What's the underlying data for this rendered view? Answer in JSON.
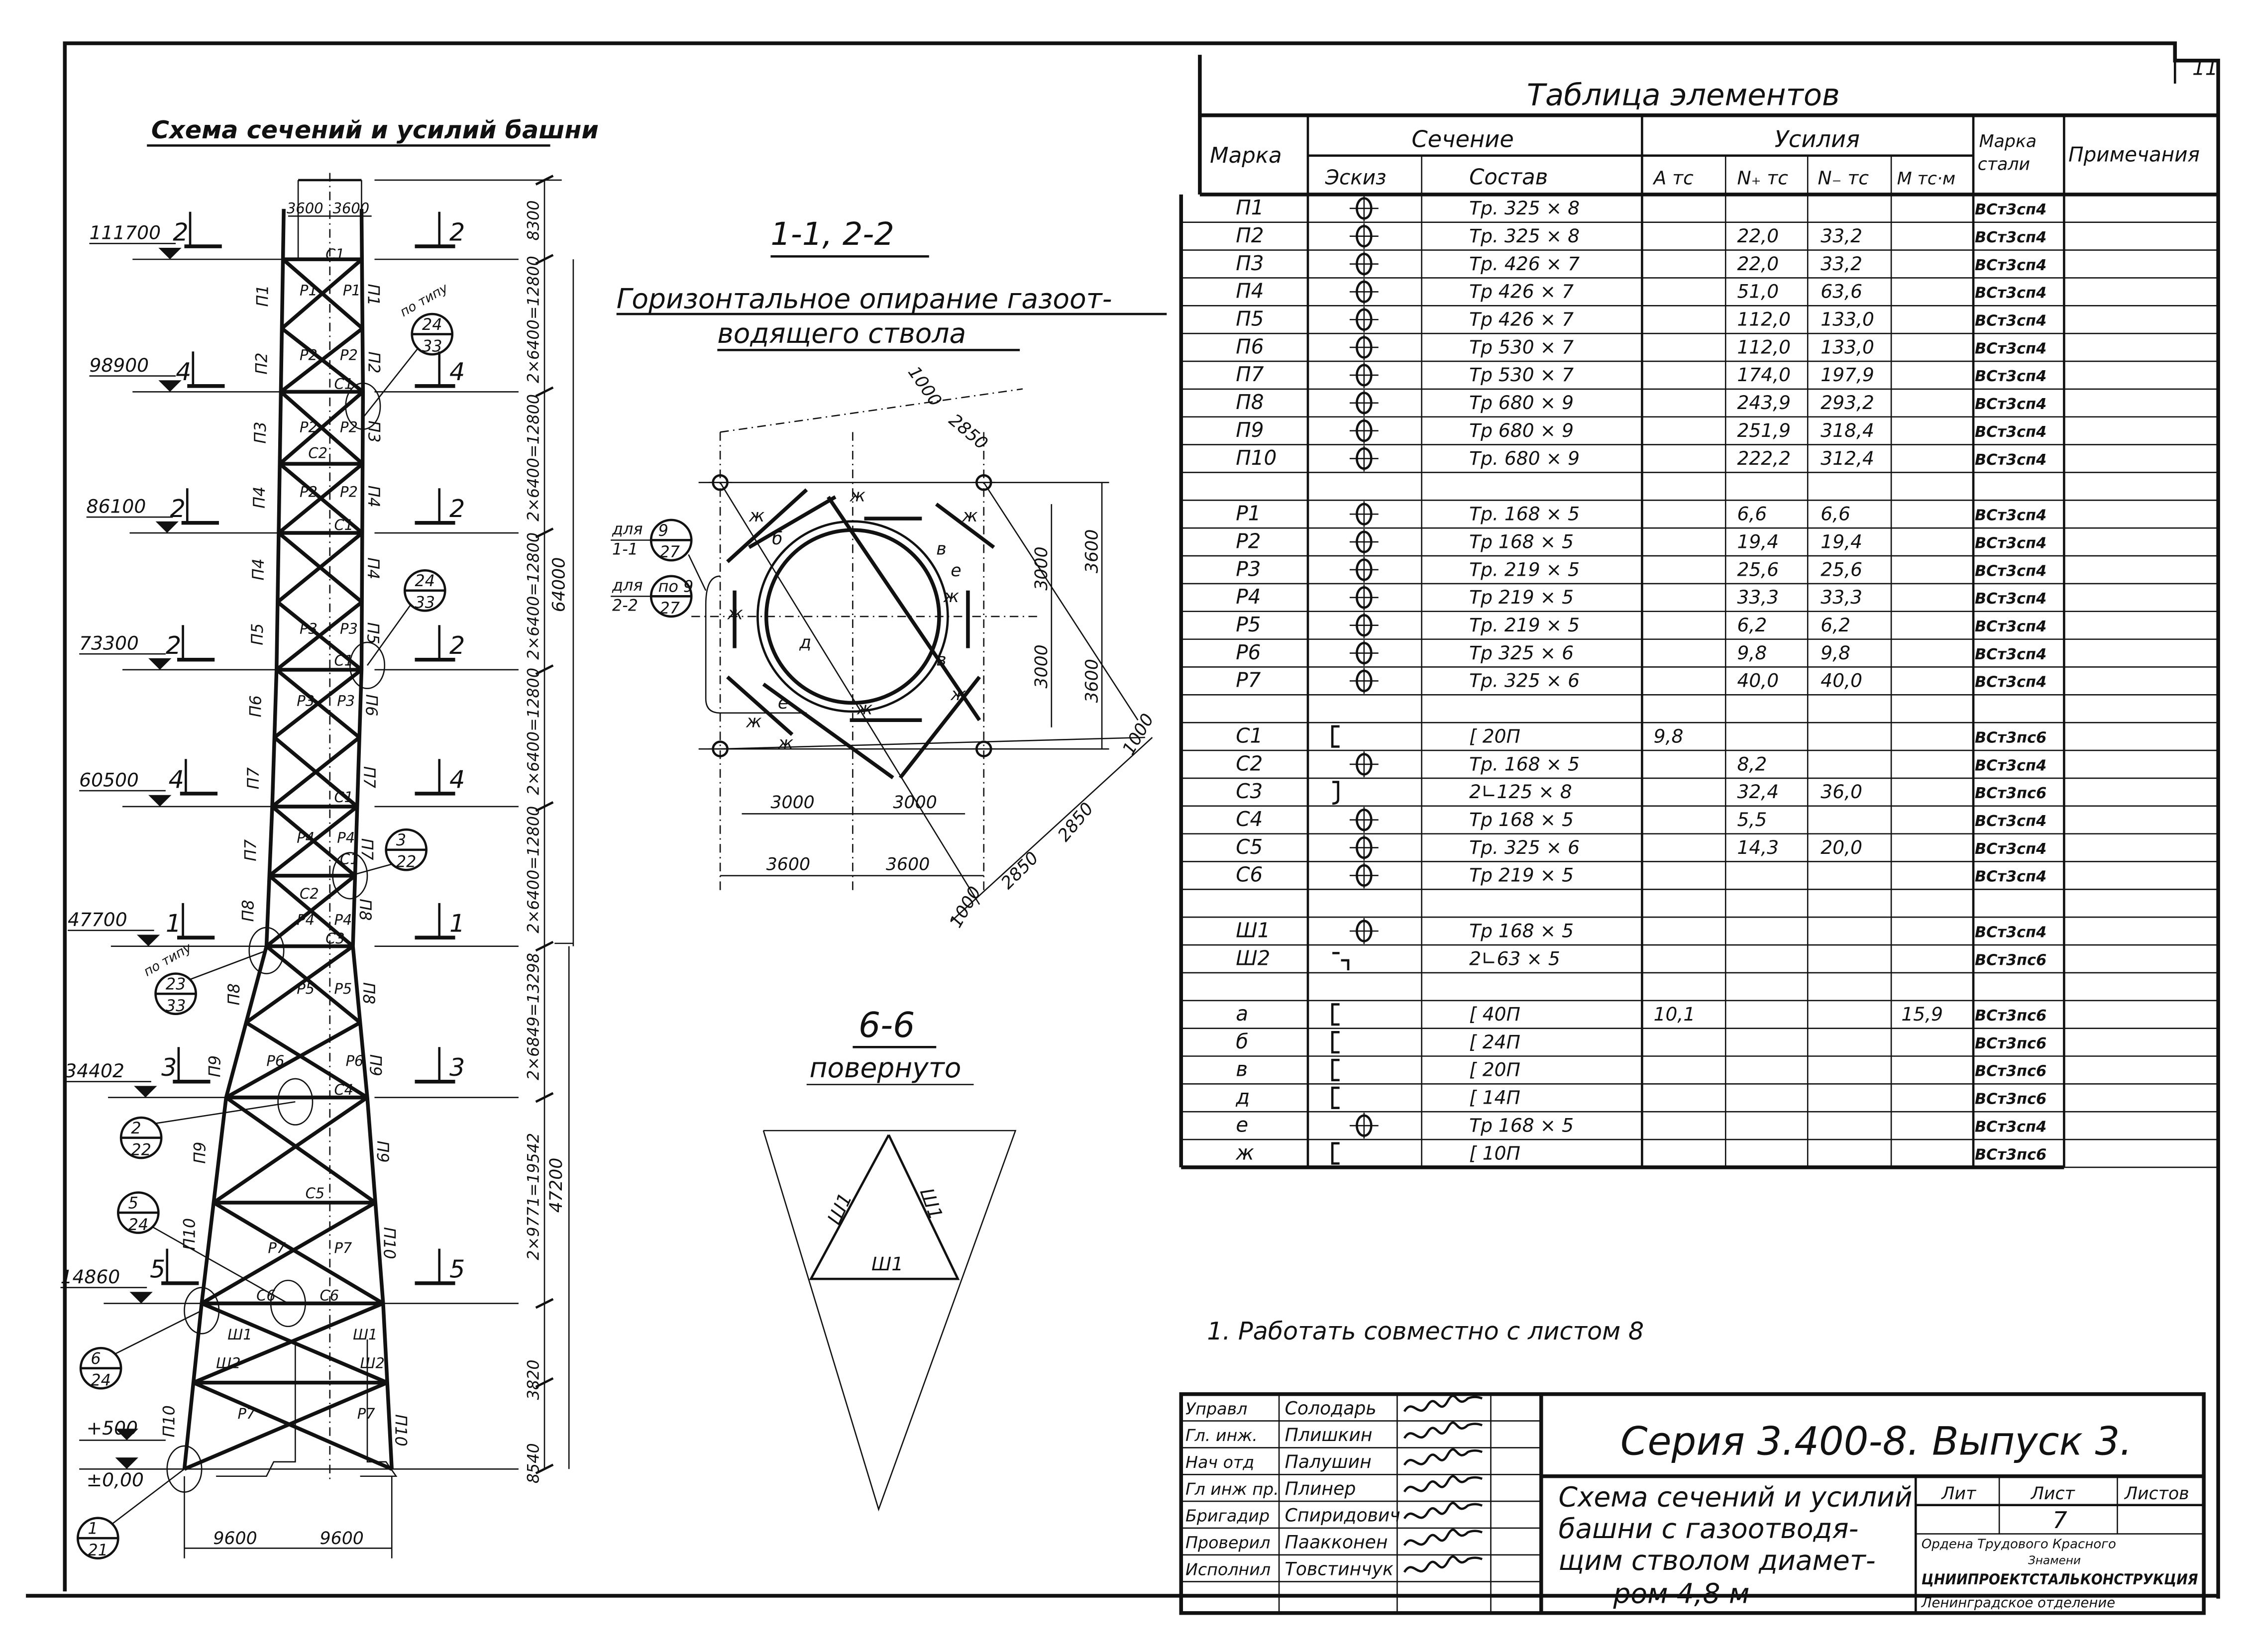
{
  "sheet_corner_number": "11",
  "tower": {
    "title": "Схема сечений и усилий башни",
    "levels": [
      "111700",
      "98900",
      "86100",
      "73300",
      "60500",
      "47700",
      "34402",
      "14860",
      "+500",
      "±0,00"
    ],
    "section_marks_left": [
      "2",
      "4",
      "2",
      "2",
      "4",
      "1",
      "3",
      "5"
    ],
    "section_marks_right": [
      "2",
      "4",
      "2",
      "2",
      "4",
      "1",
      "3",
      "5"
    ],
    "top_dims": [
      "3600",
      "3600"
    ],
    "right_dims": [
      "8300",
      "2×6400=12800",
      "2×6400=12800",
      "2×6400=12800",
      "2×6400=12800",
      "2×6400=12800",
      "2×6849=13298",
      "2×9771=19542",
      "3820",
      "8540"
    ],
    "overall_dims": [
      "64000",
      "47200"
    ],
    "bottom_dims": [
      "9600",
      "9600"
    ],
    "leg_labels_left": [
      "П1",
      "П2",
      "П3",
      "П4",
      "П4",
      "П5",
      "П6",
      "П7",
      "П7",
      "П8",
      "П8",
      "П9",
      "П9",
      "П10",
      "П10"
    ],
    "leg_labels_right": [
      "П1",
      "П2",
      "П3",
      "П4",
      "П4",
      "П5",
      "П6",
      "П7",
      "П7",
      "П8",
      "П8",
      "П9",
      "П9",
      "П10",
      "П10"
    ],
    "inner_labels": [
      "С1",
      "Р1",
      "Р1",
      "С1",
      "Р2",
      "Р2",
      "С2",
      "Р2",
      "Р2",
      "С1",
      "Р2",
      "Р2",
      "С1",
      "Р3",
      "Р3",
      "С1",
      "Р3",
      "Р3",
      "С1",
      "Р4",
      "Р4",
      "С2",
      "Р4",
      "Р4",
      "С3",
      "Р5",
      "Р5",
      "С4",
      "Р6",
      "Р6",
      "С5",
      "Р7",
      "Р7",
      "С6",
      "С6",
      "Ш1",
      "Ш1",
      "Ш2",
      "Ш2",
      "Р7",
      "Р7"
    ],
    "callouts": [
      {
        "prefix": "по типу",
        "top": "24",
        "bottom": "33"
      },
      {
        "prefix": "",
        "top": "24",
        "bottom": "33"
      },
      {
        "prefix": "",
        "top": "3",
        "bottom": "22"
      },
      {
        "prefix": "по типу",
        "top": "23",
        "bottom": "33"
      },
      {
        "prefix": "",
        "top": "2",
        "bottom": "22"
      },
      {
        "prefix": "",
        "top": "5",
        "bottom": "24"
      },
      {
        "prefix": "",
        "top": "6",
        "bottom": "24"
      },
      {
        "prefix": "",
        "top": "1",
        "bottom": "21"
      }
    ]
  },
  "section_1_2": {
    "title": "1-1, 2-2",
    "subtitle_line1": "Горизонтальное опирание газоот-",
    "subtitle_line2": "водящего ствола",
    "callout_1": {
      "label_top": "для",
      "label_bottom": "1-1",
      "top": "9",
      "bottom": "27"
    },
    "callout_2": {
      "label_top": "для",
      "label_bottom": "2-2",
      "top": "по 9",
      "bottom": "27"
    },
    "dims": [
      "3000",
      "3000",
      "3600",
      "3600",
      "3000",
      "3000",
      "3600",
      "3600",
      "1000",
      "2850",
      "2850",
      "2850",
      "1000",
      "1000"
    ],
    "element_labels": [
      "ж",
      "ж",
      "ж",
      "ж",
      "ж",
      "ж",
      "ж",
      "ж",
      "ж",
      "б",
      "в",
      "в",
      "е",
      "е",
      "д"
    ]
  },
  "section_6": {
    "title": "6-6",
    "subtitle": "повернуто",
    "labels": [
      "Ш1",
      "Ш1",
      "Ш1"
    ]
  },
  "table": {
    "title": "Таблица элементов",
    "headers": {
      "mark": "Марка",
      "section": "Сечение",
      "sketch": "Эскиз",
      "composition": "Состав",
      "forces": "Усилия",
      "a": "А тс",
      "n_plus": "N₊ тс",
      "n_minus": "N₋ тс",
      "m": "М тс·м",
      "steel_top": "Марка",
      "steel_bottom": "стали",
      "notes": "Примечания"
    },
    "rows": [
      {
        "mark": "П1",
        "sketch": "pipe",
        "comp": "Тр. 325 × 8",
        "a": "",
        "np": "",
        "nm": "",
        "m": "",
        "steel": "ВСт3сп4"
      },
      {
        "mark": "П2",
        "sketch": "pipe",
        "comp": "Тр. 325 × 8",
        "a": "",
        "np": "22,0",
        "nm": "33,2",
        "m": "",
        "steel": "ВСт3сп4"
      },
      {
        "mark": "П3",
        "sketch": "pipe",
        "comp": "Тр. 426 × 7",
        "a": "",
        "np": "22,0",
        "nm": "33,2",
        "m": "",
        "steel": "ВСт3сп4"
      },
      {
        "mark": "П4",
        "sketch": "pipe",
        "comp": "Тр 426 × 7",
        "a": "",
        "np": "51,0",
        "nm": "63,6",
        "m": "",
        "steel": "ВСт3сп4"
      },
      {
        "mark": "П5",
        "sketch": "pipe",
        "comp": "Тр 426 × 7",
        "a": "",
        "np": "112,0",
        "nm": "133,0",
        "m": "",
        "steel": "ВСт3сп4"
      },
      {
        "mark": "П6",
        "sketch": "pipe",
        "comp": "Тр 530 × 7",
        "a": "",
        "np": "112,0",
        "nm": "133,0",
        "m": "",
        "steel": "ВСт3сп4"
      },
      {
        "mark": "П7",
        "sketch": "pipe",
        "comp": "Тр 530 × 7",
        "a": "",
        "np": "174,0",
        "nm": "197,9",
        "m": "",
        "steel": "ВСт3сп4"
      },
      {
        "mark": "П8",
        "sketch": "pipe",
        "comp": "Тр 680 × 9",
        "a": "",
        "np": "243,9",
        "nm": "293,2",
        "m": "",
        "steel": "ВСт3сп4"
      },
      {
        "mark": "П9",
        "sketch": "pipe",
        "comp": "Тр 680 × 9",
        "a": "",
        "np": "251,9",
        "nm": "318,4",
        "m": "",
        "steel": "ВСт3сп4"
      },
      {
        "mark": "П10",
        "sketch": "pipe",
        "comp": "Тр. 680 × 9",
        "a": "",
        "np": "222,2",
        "nm": "312,4",
        "m": "",
        "steel": "ВСт3сп4"
      },
      null,
      {
        "mark": "Р1",
        "sketch": "pipe",
        "comp": "Тр. 168 × 5",
        "a": "",
        "np": "6,6",
        "nm": "6,6",
        "m": "",
        "steel": "ВСт3сп4"
      },
      {
        "mark": "Р2",
        "sketch": "pipe",
        "comp": "Тр 168 × 5",
        "a": "",
        "np": "19,4",
        "nm": "19,4",
        "m": "",
        "steel": "ВСт3сп4"
      },
      {
        "mark": "Р3",
        "sketch": "pipe",
        "comp": "Тр. 219 × 5",
        "a": "",
        "np": "25,6",
        "nm": "25,6",
        "m": "",
        "steel": "ВСт3сп4"
      },
      {
        "mark": "Р4",
        "sketch": "pipe",
        "comp": "Тр 219 × 5",
        "a": "",
        "np": "33,3",
        "nm": "33,3",
        "m": "",
        "steel": "ВСт3сп4"
      },
      {
        "mark": "Р5",
        "sketch": "pipe",
        "comp": "Тр. 219 × 5",
        "a": "",
        "np": "6,2",
        "nm": "6,2",
        "m": "",
        "steel": "ВСт3сп4"
      },
      {
        "mark": "Р6",
        "sketch": "pipe",
        "comp": "Тр 325 × 6",
        "a": "",
        "np": "9,8",
        "nm": "9,8",
        "m": "",
        "steel": "ВСт3сп4"
      },
      {
        "mark": "Р7",
        "sketch": "pipe",
        "comp": "Тр. 325 × 6",
        "a": "",
        "np": "40,0",
        "nm": "40,0",
        "m": "",
        "steel": "ВСт3сп4"
      },
      null,
      {
        "mark": "С1",
        "sketch": "channel",
        "comp": "[ 20П",
        "a": "9,8",
        "np": "",
        "nm": "",
        "m": "",
        "steel": "ВСт3пс6"
      },
      {
        "mark": "С2",
        "sketch": "pipe",
        "comp": "Тр. 168 × 5",
        "a": "",
        "np": "8,2",
        "nm": "",
        "m": "",
        "steel": "ВСт3сп4"
      },
      {
        "mark": "С3",
        "sketch": "double-angle",
        "comp": "2∟125 × 8",
        "a": "",
        "np": "32,4",
        "nm": "36,0",
        "m": "",
        "steel": "ВСт3пс6"
      },
      {
        "mark": "С4",
        "sketch": "pipe",
        "comp": "Тр 168 × 5",
        "a": "",
        "np": "5,5",
        "nm": "",
        "m": "",
        "steel": "ВСт3сп4"
      },
      {
        "mark": "С5",
        "sketch": "pipe",
        "comp": "Тр. 325 × 6",
        "a": "",
        "np": "14,3",
        "nm": "20,0",
        "m": "",
        "steel": "ВСт3сп4"
      },
      {
        "mark": "С6",
        "sketch": "pipe",
        "comp": "Тр 219 × 5",
        "a": "",
        "np": "",
        "nm": "",
        "m": "",
        "steel": "ВСт3сп4"
      },
      null,
      {
        "mark": "Ш1",
        "sketch": "pipe",
        "comp": "Тр 168 × 5",
        "a": "",
        "np": "",
        "nm": "",
        "m": "",
        "steel": "ВСт3сп4"
      },
      {
        "mark": "Ш2",
        "sketch": "angle-pair",
        "comp": "2∟63 × 5",
        "a": "",
        "np": "",
        "nm": "",
        "m": "",
        "steel": "ВСт3пс6"
      },
      null,
      {
        "mark": "а",
        "sketch": "channel",
        "comp": "[ 40П",
        "a": "10,1",
        "np": "",
        "nm": "",
        "m": "15,9",
        "steel": "ВСт3пс6"
      },
      {
        "mark": "б",
        "sketch": "channel",
        "comp": "[ 24П",
        "a": "",
        "np": "",
        "nm": "",
        "m": "",
        "steel": "ВСт3пс6"
      },
      {
        "mark": "в",
        "sketch": "channel",
        "comp": "[ 20П",
        "a": "",
        "np": "",
        "nm": "",
        "m": "",
        "steel": "ВСт3пс6"
      },
      {
        "mark": "д",
        "sketch": "channel",
        "comp": "[ 14П",
        "a": "",
        "np": "",
        "nm": "",
        "m": "",
        "steel": "ВСт3пс6"
      },
      {
        "mark": "е",
        "sketch": "pipe",
        "comp": "Тр 168 × 5",
        "a": "",
        "np": "",
        "nm": "",
        "m": "",
        "steel": "ВСт3сп4"
      },
      {
        "mark": "ж",
        "sketch": "channel",
        "comp": "[ 10П",
        "a": "",
        "np": "",
        "nm": "",
        "m": "",
        "steel": "ВСт3пс6"
      }
    ]
  },
  "note": "1. Работать совместно с листом 8",
  "title_block": {
    "staff": [
      {
        "role": "Управл",
        "name": "Солодарь"
      },
      {
        "role": "Гл. инж.",
        "name": "Плишкин"
      },
      {
        "role": "Нач отд",
        "name": "Палушин"
      },
      {
        "role": "Гл инж пр.",
        "name": "Плинер"
      },
      {
        "role": "Бригадир",
        "name": "Спиридович"
      },
      {
        "role": "Проверил",
        "name": "Паакконен"
      },
      {
        "role": "Исполнил",
        "name": "Товстинчук"
      }
    ],
    "series": "Серия 3.400-8.  Выпуск 3.",
    "drawing_title_lines": [
      "Схема сечений и усилий",
      "башни с газоотводя-",
      "щим стволом диамет-",
      "ром  4,8 м"
    ],
    "lit_label": "Лит",
    "sheet_label": "Лист",
    "sheets_label": "Листов",
    "lit_value": "",
    "sheet_value": "7",
    "sheets_value": "",
    "org_line1": "Ордена Трудового Красного",
    "org_line2": "Знамени",
    "org_line3": "ЦНИИПРОЕКТСТАЛЬКОНСТРУКЦИЯ",
    "org_line4": "Ленинградское отделение"
  }
}
